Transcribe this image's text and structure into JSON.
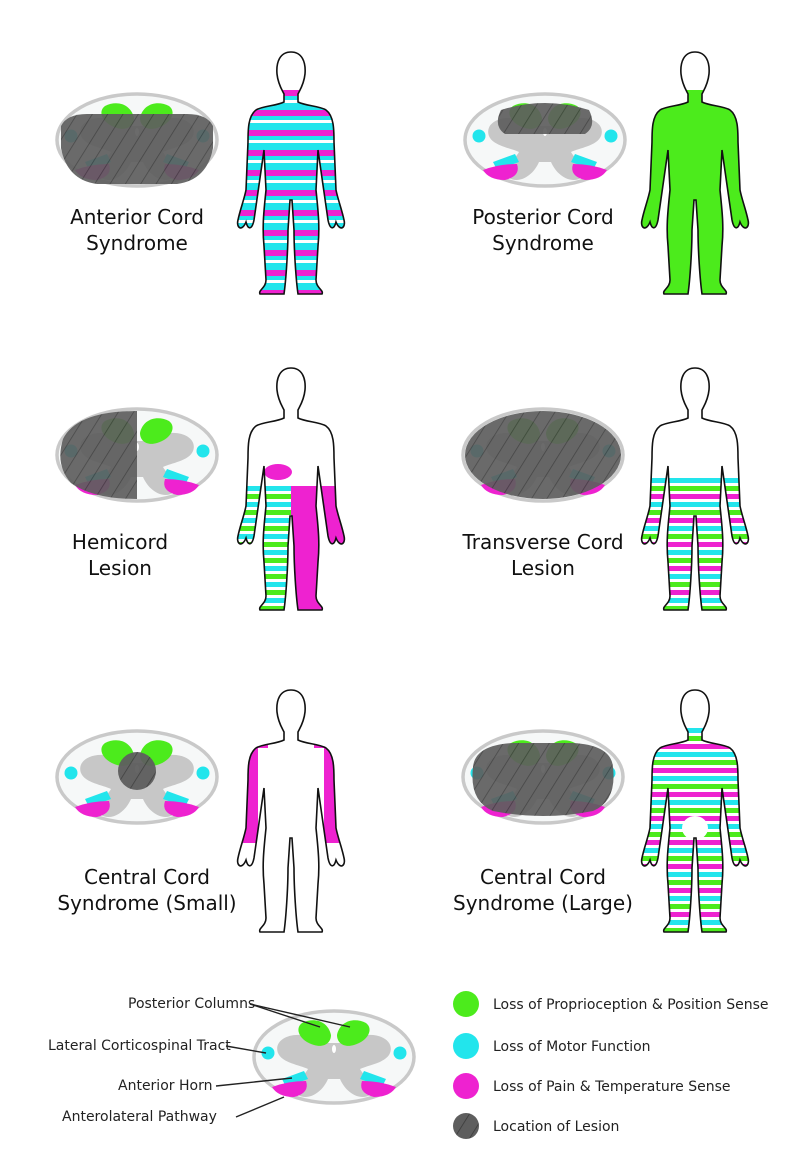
{
  "colors": {
    "proprioception": "#4CEB1C",
    "motor": "#22E5EC",
    "pain": "#EE22D0",
    "lesion": "#5E5E5E",
    "grey_matter": "#C7C7C7",
    "cord_outline": "#C9C9C9",
    "cord_fill": "#F6F8F8",
    "body_outline": "#111111"
  },
  "panels": [
    {
      "title_line1": "Anterior Cord",
      "title_line2": "Syndrome",
      "lesion": "anterior",
      "body": "stripe-full-pm"
    },
    {
      "title_line1": "Posterior Cord",
      "title_line2": "Syndrome",
      "lesion": "posterior",
      "body": "solid-green-full"
    },
    {
      "title_line1": "Hemicord",
      "title_line2": "Lesion",
      "lesion": "hemi",
      "body": "hemicord"
    },
    {
      "title_line1": "Transverse Cord",
      "title_line2": "Lesion",
      "lesion": "transverse",
      "body": "stripe-legs-gpm"
    },
    {
      "title_line1": "Central Cord",
      "title_line2": "Syndrome (Small)",
      "lesion": "central-small",
      "body": "arms-pain"
    },
    {
      "title_line1": "Central Cord",
      "title_line2": "Syndrome (Large)",
      "lesion": "central-large",
      "body": "stripe-full-gpm"
    }
  ],
  "anatomy_labels": {
    "posterior_columns": "Posterior Columns",
    "lateral_corticospinal": "Lateral Corticospinal Tract",
    "anterior_horn": "Anterior Horn",
    "anterolateral": "Anterolateral Pathway"
  },
  "legend": [
    {
      "label": "Loss of Proprioception & Position Sense",
      "color": "#4CEB1C",
      "icon": "green-dot-icon"
    },
    {
      "label": "Loss of Motor Function",
      "color": "#22E5EC",
      "icon": "cyan-dot-icon"
    },
    {
      "label": "Loss of Pain & Temperature Sense",
      "color": "#EE22D0",
      "icon": "magenta-dot-icon"
    },
    {
      "label": "Location of Lesion",
      "color": "#5E5E5E",
      "icon": "lesion-hatch-icon"
    }
  ]
}
